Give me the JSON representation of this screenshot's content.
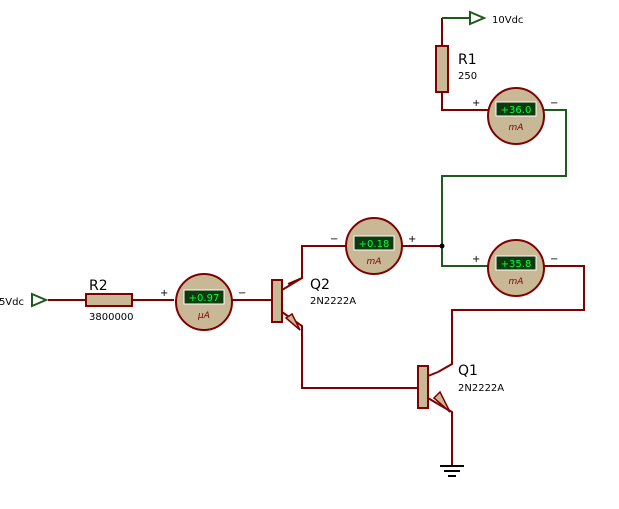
{
  "components": {
    "r1": {
      "ref": "R1",
      "value": "250"
    },
    "r2": {
      "ref": "R2",
      "value": "3800000"
    },
    "q1": {
      "ref": "Q1",
      "model": "2N2222A"
    },
    "q2": {
      "ref": "Q2",
      "model": "2N2222A"
    }
  },
  "supplies": {
    "top": "10Vdc",
    "left": "5Vdc"
  },
  "meters": {
    "m1": {
      "reading": "+36.0",
      "unit": "mA"
    },
    "m2": {
      "reading": "+0.18",
      "unit": "mA"
    },
    "m3": {
      "reading": "+35.8",
      "unit": "mA"
    },
    "m4": {
      "reading": "+0.97",
      "unit": "µA"
    }
  },
  "signs": {
    "plus": "+",
    "minus": "−"
  },
  "colors": {
    "wire": "#800000",
    "branch_wire": "#1e5a1e",
    "component_body": "#c8b896",
    "lcd_background": "#0e3a0e",
    "lcd_text": "#00ff40"
  }
}
